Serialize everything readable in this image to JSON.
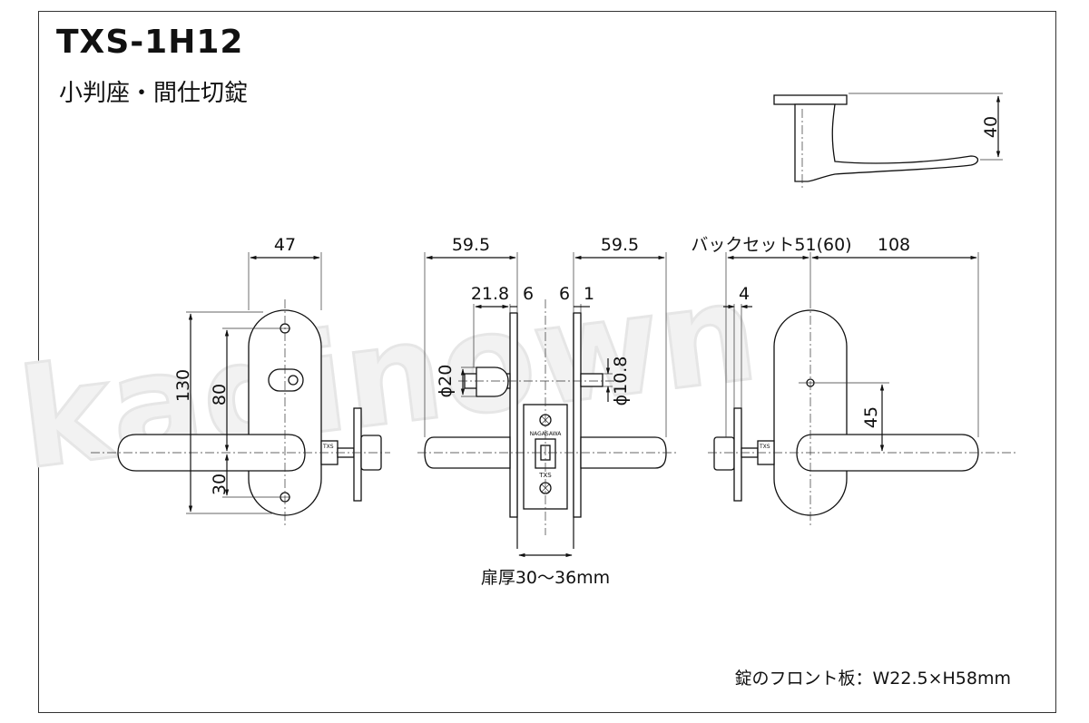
{
  "header": {
    "model": "TXS-1H12",
    "subtitle": "小判座・間仕切錠"
  },
  "watermark": "kaginown",
  "side_view": {
    "height_label": "40"
  },
  "left_view": {
    "width_label": "47",
    "total_height_label": "130",
    "screw_spacing_label": "80",
    "lower_label": "30"
  },
  "middle_view": {
    "left_width_label": "59.5",
    "right_width_label": "59.5",
    "dim_21_8": "21.8",
    "dim_6_left": "6",
    "dim_6_right": "6",
    "dim_1": "1",
    "phi20_label": "ϕ20",
    "phi10_label": "ϕ10.8",
    "latch_brand": "NAGASAWA",
    "latch_mark": "TXS",
    "door_thickness_label": "扉厚30〜36mm"
  },
  "right_view": {
    "backset_label": "バックセット51(60)",
    "dim_108": "108",
    "dim_4": "4",
    "dim_45": "45",
    "latch_small_label": "TXS"
  },
  "footer": {
    "front_plate": "錠のフロント板：W22.5×H58mm"
  }
}
